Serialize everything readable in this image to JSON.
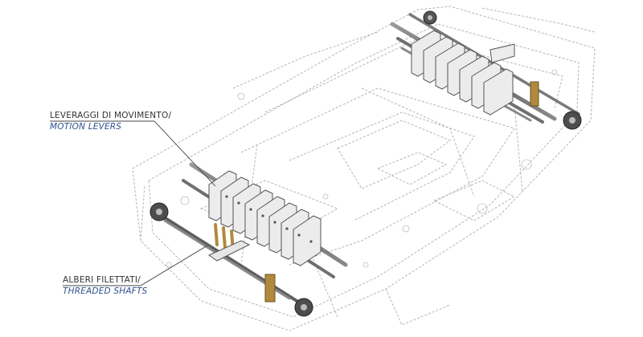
{
  "callouts": {
    "motion_levers": {
      "it": "LEVERAGGI DI MOVIMENTO/",
      "en": "MOTION LEVERS"
    },
    "threaded_shafts": {
      "it": "ALBERI FILETTATI/",
      "en": "THREADED SHAFTS"
    }
  },
  "colors": {
    "frame_lines": "#b5b5b5",
    "plate_fill": "#ececec",
    "plate_edge": "#555555",
    "shaft": "#6f6f6f",
    "brass": "#b08a3e",
    "leader": "#444444",
    "english_text": "#2d4f8c"
  }
}
